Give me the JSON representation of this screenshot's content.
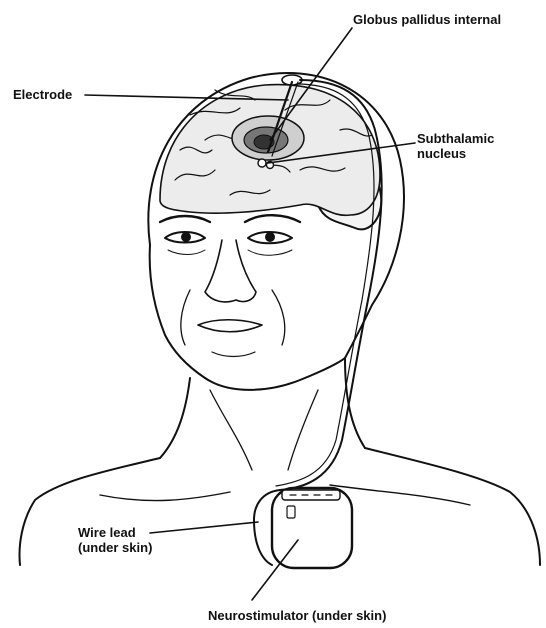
{
  "labels": {
    "globus_pallidus": "Globus pallidus internal",
    "electrode": "Electrode",
    "subthalamic_line1": "Subthalamic",
    "subthalamic_line2": "nucleus",
    "wire_lead_line1": "Wire lead",
    "wire_lead_line2": "(under skin)",
    "neurostimulator": "Neurostimulator (under skin)"
  },
  "colors": {
    "ink": "#111111",
    "background": "#ffffff",
    "brain_fill": "#e6e6e6",
    "target_dark": "#555555"
  }
}
